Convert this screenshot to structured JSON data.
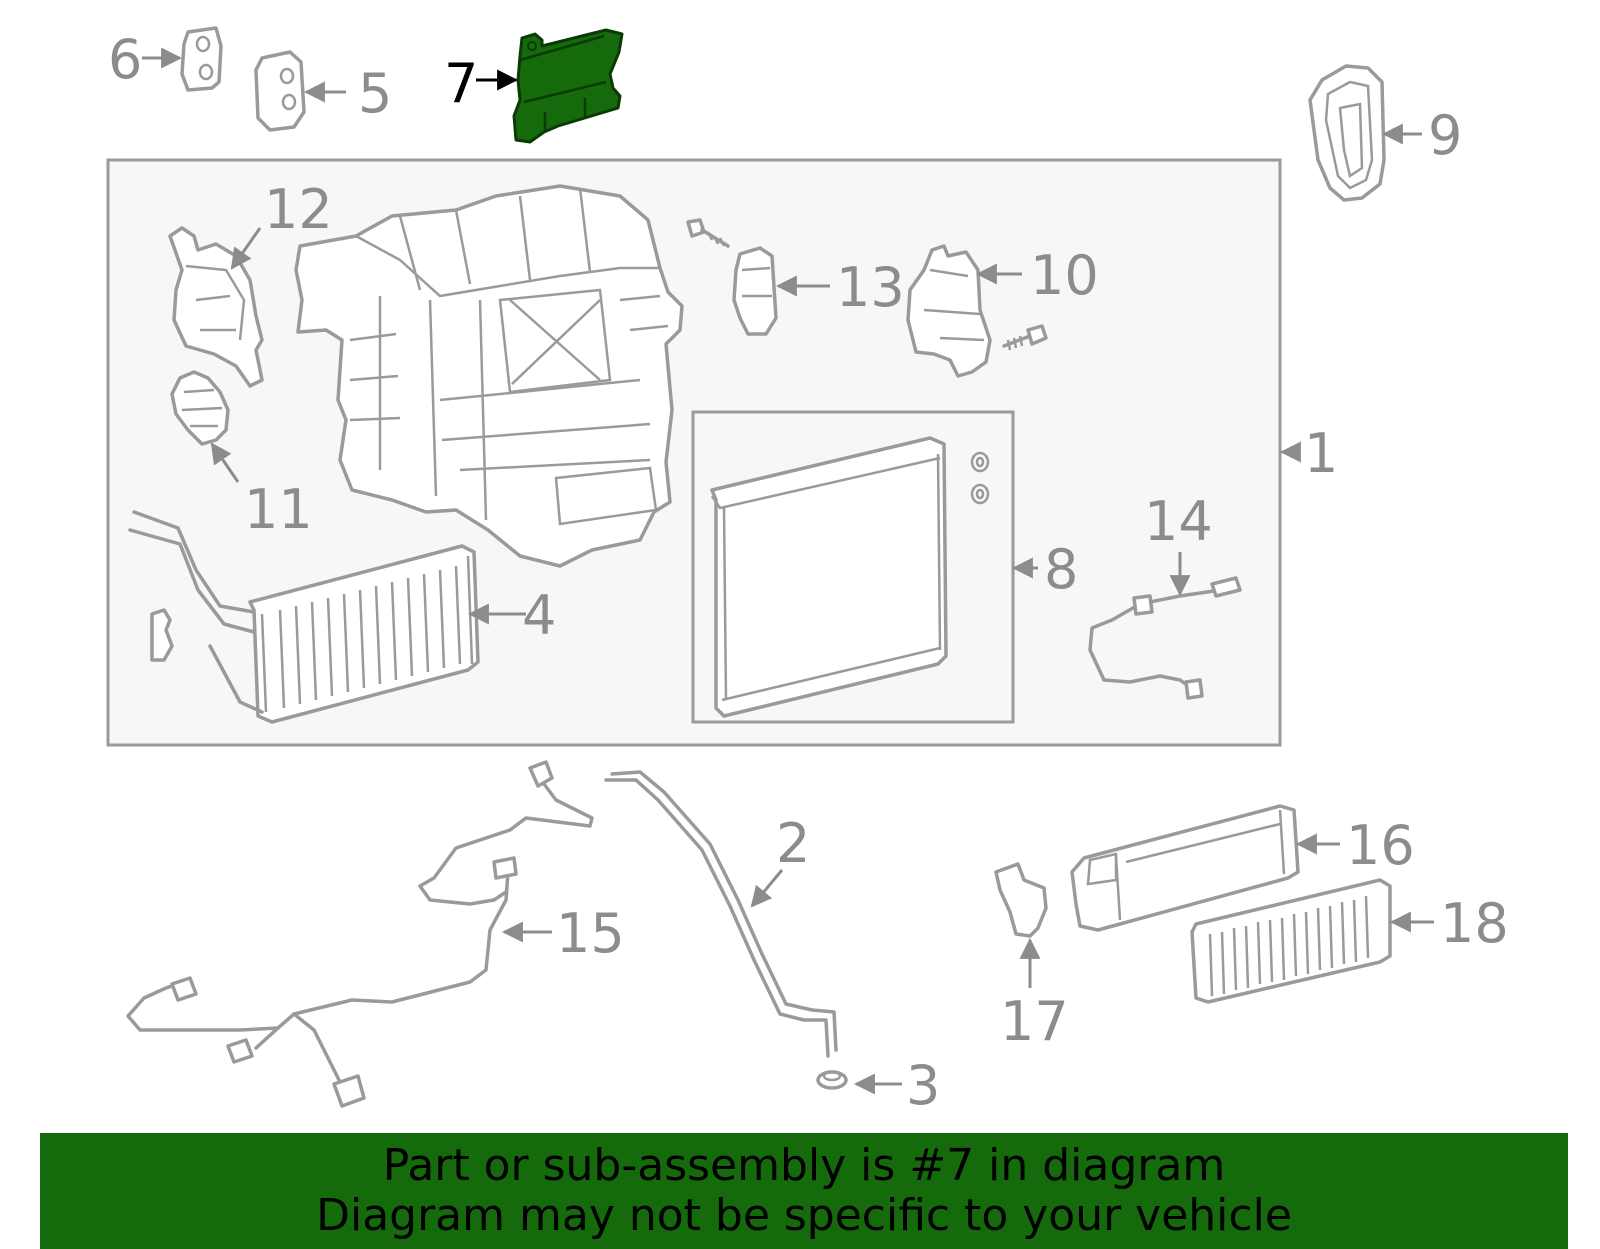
{
  "callouts": [
    {
      "id": "1",
      "label": "1"
    },
    {
      "id": "2",
      "label": "2"
    },
    {
      "id": "3",
      "label": "3"
    },
    {
      "id": "4",
      "label": "4"
    },
    {
      "id": "5",
      "label": "5"
    },
    {
      "id": "6",
      "label": "6"
    },
    {
      "id": "7",
      "label": "7"
    },
    {
      "id": "8",
      "label": "8"
    },
    {
      "id": "9",
      "label": "9"
    },
    {
      "id": "10",
      "label": "10"
    },
    {
      "id": "11",
      "label": "11"
    },
    {
      "id": "12",
      "label": "12"
    },
    {
      "id": "13",
      "label": "13"
    },
    {
      "id": "14",
      "label": "14"
    },
    {
      "id": "15",
      "label": "15"
    },
    {
      "id": "16",
      "label": "16"
    },
    {
      "id": "17",
      "label": "17"
    },
    {
      "id": "18",
      "label": "18"
    }
  ],
  "highlighted_part": "7",
  "banner": {
    "line1": "Part or sub-assembly is #7 in diagram",
    "line2": "Diagram may not be specific to your vehicle"
  },
  "colors": {
    "highlight": "#156b0c",
    "banner_bg": "#156b0c",
    "line_gray": "#9a9a9a",
    "label_gray": "#8c8c8c",
    "box_fill": "#f7f7f7"
  }
}
